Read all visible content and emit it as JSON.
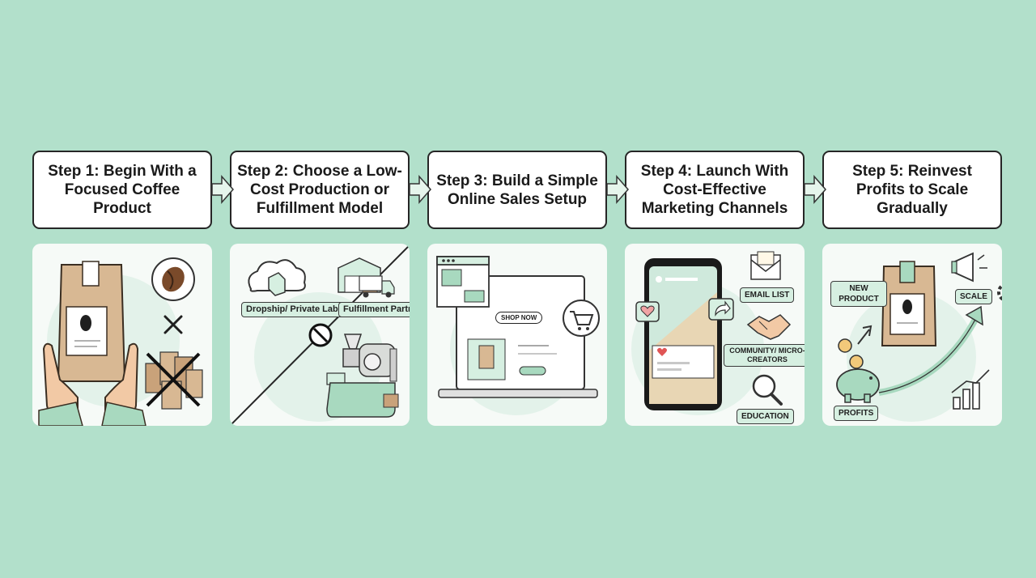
{
  "steps": [
    {
      "title": "Step 1: Begin With a Focused Coffee Product",
      "icons": [
        "coffee-bag-icon",
        "hands-icon",
        "coffee-bean-icon",
        "x-mark-icon",
        "crossed-out-bags-icon"
      ]
    },
    {
      "title": "Step 2: Choose a Low-Cost Production or Fulfillment Model",
      "tags": [
        "Dropship/ Private Label",
        "Fulfillment Partner"
      ],
      "icons": [
        "cloud-tag-icon",
        "warehouse-truck-icon",
        "no-symbol-icon",
        "roaster-machine-icon"
      ]
    },
    {
      "title": "Step 3: Build a Simple Online Sales Setup",
      "button": "SHOP NOW",
      "icons": [
        "browser-window-icon",
        "laptop-icon",
        "shopping-cart-icon"
      ]
    },
    {
      "title": "Step 4: Launch With Cost-Effective Marketing Channels",
      "tags": [
        "EMAIL LIST",
        "COMMUNITY/ MICRO-CREATORS",
        "EDUCATION"
      ],
      "icons": [
        "smartphone-icon",
        "heart-icon",
        "share-icon",
        "envelope-icon",
        "handshake-icon",
        "magnifier-icon"
      ]
    },
    {
      "title": "Step 5: Reinvest Profits to Scale Gradually",
      "tags": [
        "NEW PRODUCT",
        "SCALE",
        "PROFITS"
      ],
      "icons": [
        "coffee-bag-icon",
        "megaphone-icon",
        "gear-icon",
        "piggy-bank-icon",
        "coin-icon",
        "growth-arrow-icon",
        "bar-chart-icon"
      ]
    }
  ],
  "colors": {
    "background": "#b2e0cb",
    "accent": "#d6efe1",
    "kraft": "#d8b893",
    "outline": "#262626"
  }
}
